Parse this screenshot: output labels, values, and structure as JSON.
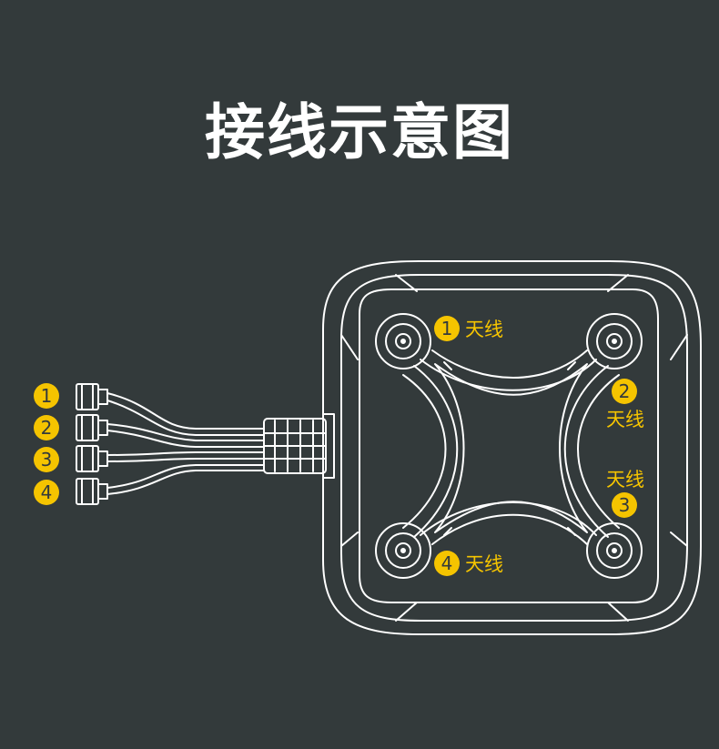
{
  "title": "接线示意图",
  "accent_color": "#f5c400",
  "background_color": "#333a3b",
  "cables": [
    {
      "number": "1"
    },
    {
      "number": "2"
    },
    {
      "number": "3"
    },
    {
      "number": "4"
    }
  ],
  "antennas": [
    {
      "number": "1",
      "label": "天线"
    },
    {
      "number": "2",
      "label": "天线"
    },
    {
      "number": "3",
      "label": "天线"
    },
    {
      "number": "4",
      "label": "天线"
    }
  ]
}
